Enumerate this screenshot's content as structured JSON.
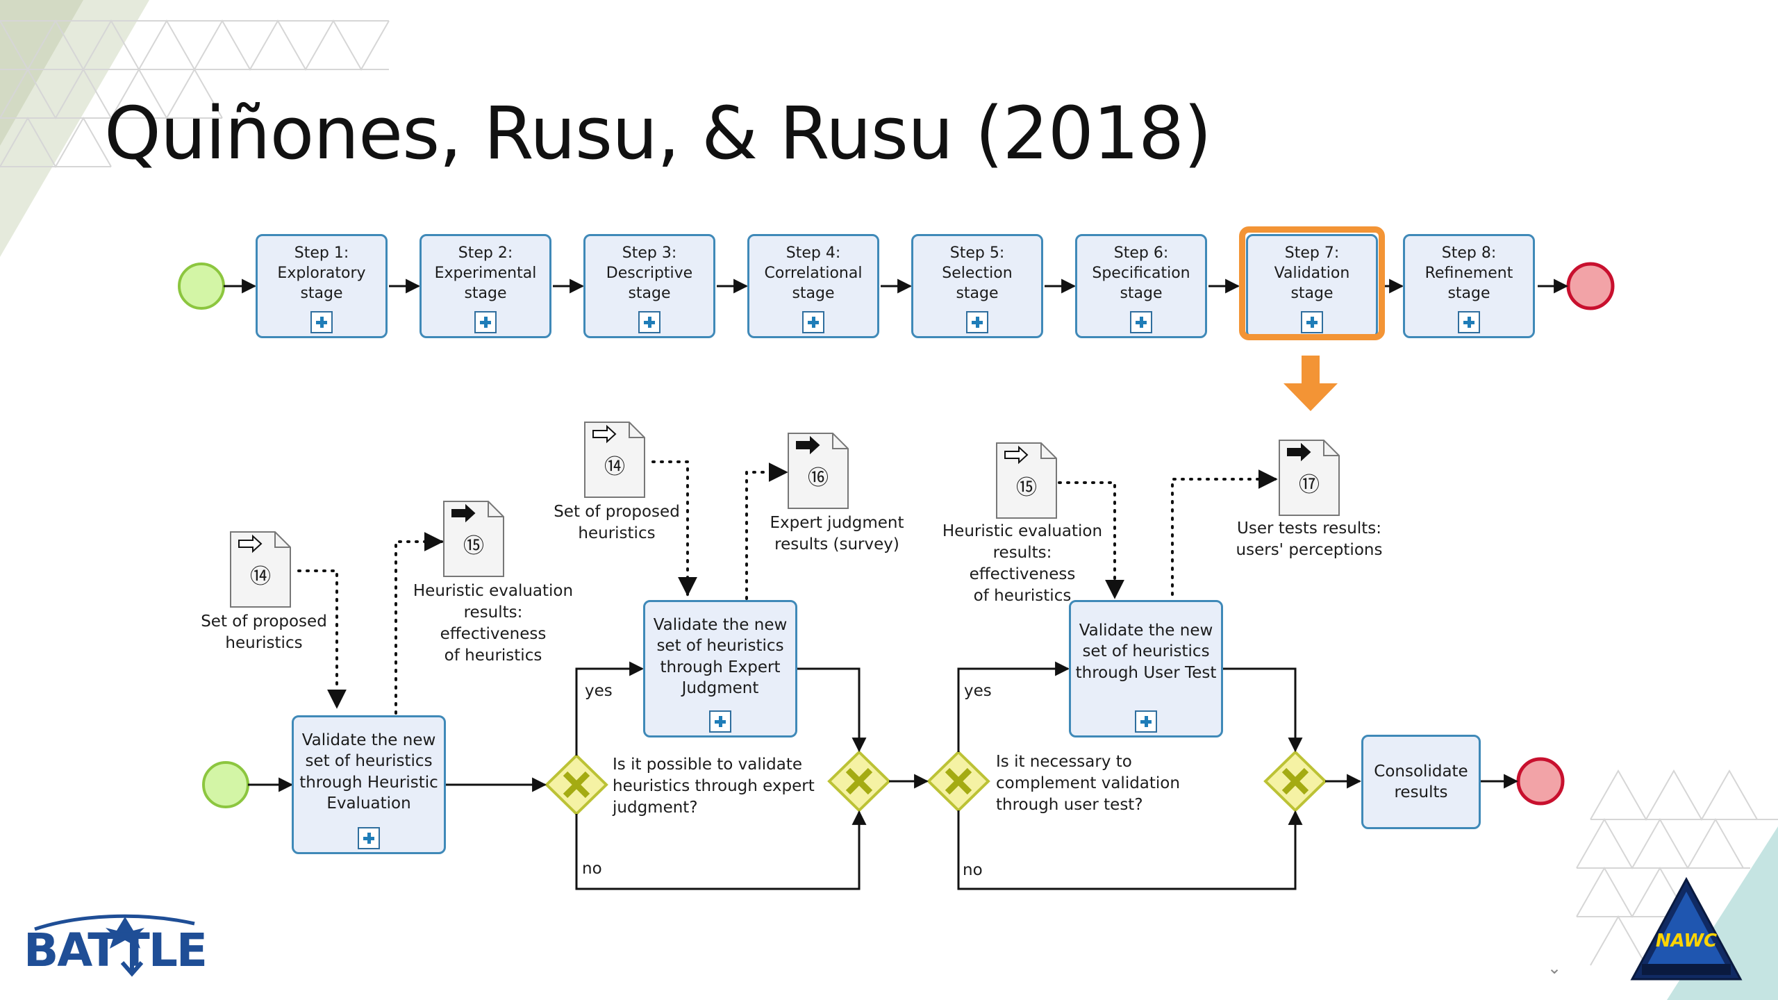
{
  "slide": {
    "title": "Quiñones, Rusu, & Rusu (2018)"
  },
  "top_process": {
    "steps": [
      {
        "label": "Step 1:\nExploratory\nstage"
      },
      {
        "label": "Step 2:\nExperimental\nstage"
      },
      {
        "label": "Step 3:\nDescriptive\nstage"
      },
      {
        "label": "Step 4:\nCorrelational\nstage"
      },
      {
        "label": "Step 5:\nSelection\nstage"
      },
      {
        "label": "Step 6:\nSpecification\nstage"
      },
      {
        "label": "Step 7:\nValidation\nstage"
      },
      {
        "label": "Step 8:\nRefinement\nstage"
      }
    ],
    "highlighted_step": 7
  },
  "validation_process": {
    "tasks": {
      "heuristic_evaluation": "Validate the new\nset of heuristics\nthrough Heuristic\nEvaluation",
      "expert_judgment": "Validate the new\nset of heuristics\nthrough Expert\nJudgment",
      "user_test": "Validate the new\nset of heuristics\nthrough User Test",
      "consolidate": "Consolidate\nresults"
    },
    "documents": [
      {
        "number": "⑭",
        "kind": "input",
        "label": "Set of proposed\nheuristics"
      },
      {
        "number": "⑮",
        "kind": "output",
        "label": "Heuristic evaluation\nresults: effectiveness\nof heuristics"
      },
      {
        "number": "⑭",
        "kind": "input",
        "label": "Set of proposed\nheuristics"
      },
      {
        "number": "⑯",
        "kind": "output",
        "label": "Expert judgment\nresults (survey)"
      },
      {
        "number": "⑮",
        "kind": "input",
        "label": "Heuristic evaluation\nresults: effectiveness\nof heuristics"
      },
      {
        "number": "⑰",
        "kind": "output",
        "label": "User tests results:\nusers' perceptions"
      }
    ],
    "gateways": {
      "question_1": "Is it possible to validate\nheuristics through expert\njudgment?",
      "question_2": "Is it necessary to\ncomplement validation\nthrough user test?",
      "yes_label": "yes",
      "no_label": "no"
    }
  },
  "logos": {
    "left": "BATTLE",
    "right": "NAWC"
  },
  "colors": {
    "task_fill": "#e8eef9",
    "task_border": "#3f89b8",
    "start_event": "#d3f5a6",
    "end_event": "#f2a3a7",
    "gateway": "#f5f2a4",
    "highlight": "#f39435"
  }
}
